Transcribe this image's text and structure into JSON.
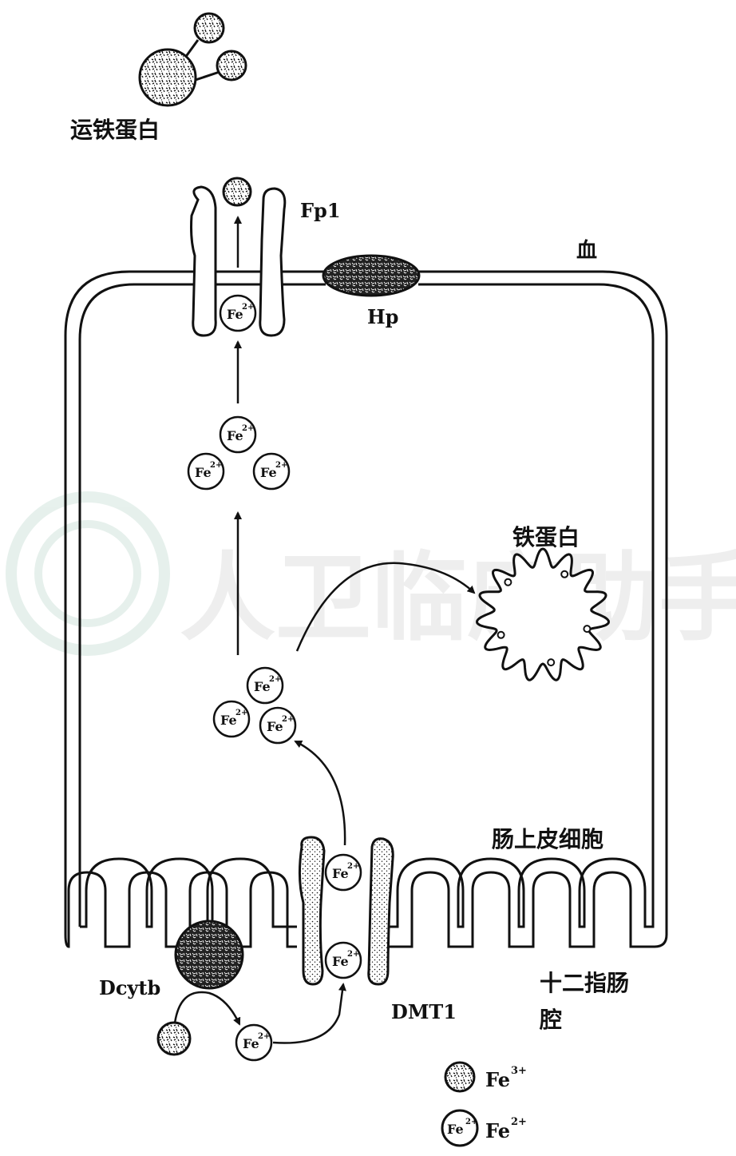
{
  "labels": {
    "transferrin": "运铁蛋白",
    "fp1": "Fp1",
    "blood": "血",
    "hp": "Hp",
    "ferritin": "铁蛋白",
    "enterocyte": "肠上皮细胞",
    "dcytb": "Dcytb",
    "dmt1": "DMT1",
    "lumen_line1": "十二指肠",
    "lumen_line2": "腔"
  },
  "ion": {
    "symbol": "Fe",
    "charge": "2+"
  },
  "legend": {
    "fe3_label": "Fe",
    "fe3_charge": "3+",
    "fe2_symbol": "Fe",
    "fe2_symbol_charge": "2+",
    "fe2_label": "Fe",
    "fe2_charge": "2+"
  },
  "watermark": "人卫临床助手"
}
